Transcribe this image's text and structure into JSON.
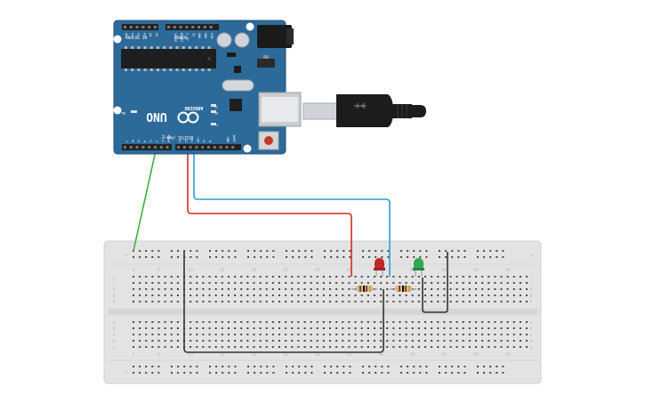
{
  "board": {
    "brand": "ARDUINO",
    "model": "UNO",
    "power_label": "POWER",
    "analog_label": "ANALOG IN",
    "digital_label": "DIGITAL (PWM~)",
    "aref_label": "AREF",
    "gnd_label": "GND",
    "on_label": "ON",
    "tx_label": "TX",
    "rx_label": "RX",
    "l_label": "L",
    "power_pins": [
      "IOREF",
      "RESET",
      "3.3V",
      "5V",
      "GND",
      "GND",
      "VIN"
    ],
    "analog_pins": [
      "A0",
      "A1",
      "A2",
      "A3",
      "A4",
      "A5"
    ],
    "digital_pins_high": [
      "13",
      "12",
      "~11",
      "~10",
      "~9",
      "8"
    ],
    "digital_pins_low": [
      "7",
      "~6",
      "~5",
      "4",
      "~3",
      "2",
      "TX→1",
      "RX←0"
    ],
    "color": "#2c6a9a"
  },
  "breadboard": {
    "column_numbers": [
      "1",
      "5",
      "10",
      "15",
      "20",
      "25",
      "30",
      "35",
      "40",
      "45",
      "50",
      "55",
      "60"
    ],
    "rows_top": [
      "j",
      "i",
      "h",
      "g",
      "f"
    ],
    "rows_bottom": [
      "e",
      "d",
      "c",
      "b",
      "a"
    ]
  },
  "components": {
    "led_red": {
      "color": "#c0292b"
    },
    "led_green": {
      "color": "#2fa84f"
    },
    "resistor_body": "#d9b58a"
  },
  "wires": {
    "green": "#3cb043",
    "red": "#d42a24",
    "blue": "#2a9fd6",
    "black": "#333333"
  }
}
